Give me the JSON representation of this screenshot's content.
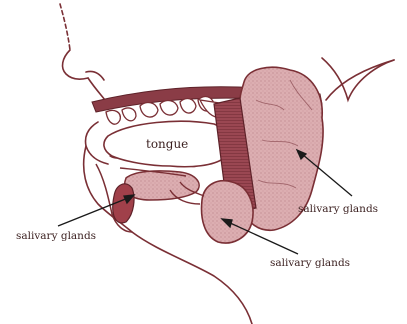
{
  "diagram": {
    "labels": {
      "tongue": "tongue",
      "salivary_left": "salivary glands",
      "salivary_right": "salivary glands",
      "salivary_bottom": "salivary glands"
    },
    "colors": {
      "outline": "#7a2f35",
      "gland_fill": "#d9a7aa",
      "gland_dark": "#b97a80",
      "muscle": "#8c3b45",
      "palate": "#8a3c46",
      "background": "#ffffff"
    }
  }
}
